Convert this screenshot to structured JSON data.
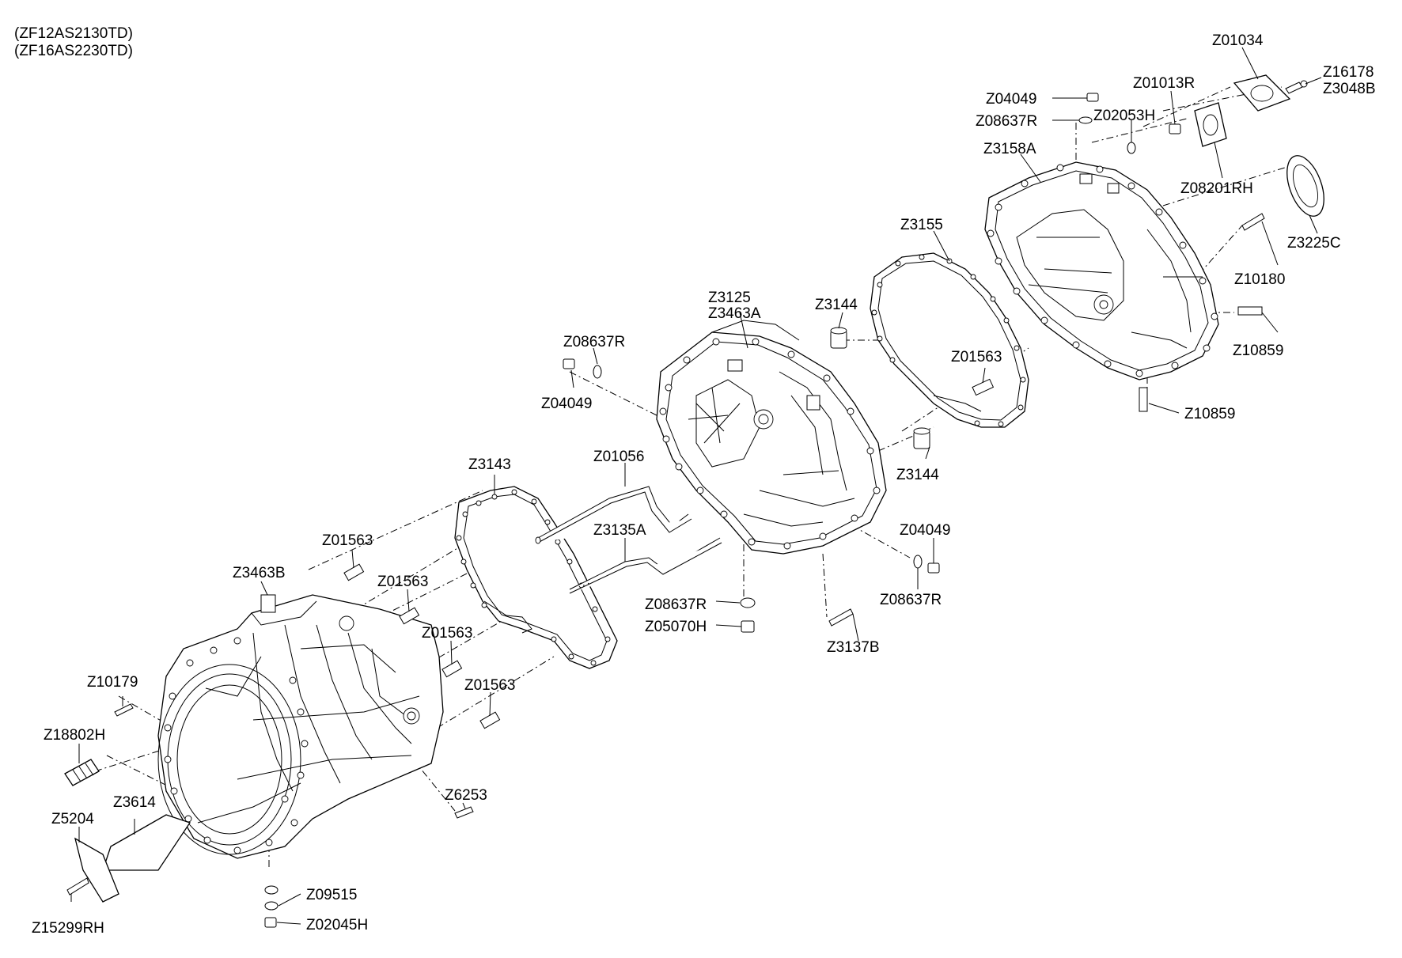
{
  "header": {
    "models": [
      "(ZF12AS2130TD)",
      "(ZF16AS2230TD)"
    ]
  },
  "callouts": [
    {
      "id": "c01",
      "label": "Z01034"
    },
    {
      "id": "c02",
      "label": "Z16178"
    },
    {
      "id": "c03",
      "label": "Z3048B"
    },
    {
      "id": "c04",
      "label": "Z04049"
    },
    {
      "id": "c05",
      "label": "Z01013R"
    },
    {
      "id": "c06",
      "label": "Z08637R"
    },
    {
      "id": "c07",
      "label": "Z02053H"
    },
    {
      "id": "c08",
      "label": "Z3158A"
    },
    {
      "id": "c09",
      "label": "Z08201RH"
    },
    {
      "id": "c10",
      "label": "Z3225C"
    },
    {
      "id": "c11",
      "label": "Z3155"
    },
    {
      "id": "c12",
      "label": "Z10180"
    },
    {
      "id": "c13",
      "label": "Z3125"
    },
    {
      "id": "c14",
      "label": "Z3463A"
    },
    {
      "id": "c15",
      "label": "Z3144"
    },
    {
      "id": "c16",
      "label": "Z10859"
    },
    {
      "id": "c17",
      "label": "Z08637R"
    },
    {
      "id": "c18",
      "label": "Z01563"
    },
    {
      "id": "c19",
      "label": "Z04049"
    },
    {
      "id": "c20",
      "label": "Z10859"
    },
    {
      "id": "c21",
      "label": "Z01056"
    },
    {
      "id": "c22",
      "label": "Z3143"
    },
    {
      "id": "c23",
      "label": "Z3144"
    },
    {
      "id": "c24",
      "label": "Z3135A"
    },
    {
      "id": "c25",
      "label": "Z04049"
    },
    {
      "id": "c26",
      "label": "Z01563"
    },
    {
      "id": "c27",
      "label": "Z3463B"
    },
    {
      "id": "c28",
      "label": "Z01563"
    },
    {
      "id": "c29",
      "label": "Z08637R"
    },
    {
      "id": "c30",
      "label": "Z08637R"
    },
    {
      "id": "c31",
      "label": "Z05070H"
    },
    {
      "id": "c32",
      "label": "Z01563"
    },
    {
      "id": "c33",
      "label": "Z3137B"
    },
    {
      "id": "c34",
      "label": "Z10179"
    },
    {
      "id": "c35",
      "label": "Z01563"
    },
    {
      "id": "c36",
      "label": "Z18802H"
    },
    {
      "id": "c37",
      "label": "Z6253"
    },
    {
      "id": "c38",
      "label": "Z3614"
    },
    {
      "id": "c39",
      "label": "Z5204"
    },
    {
      "id": "c40",
      "label": "Z09515"
    },
    {
      "id": "c41",
      "label": "Z15299RH"
    },
    {
      "id": "c42",
      "label": "Z02045H"
    }
  ]
}
